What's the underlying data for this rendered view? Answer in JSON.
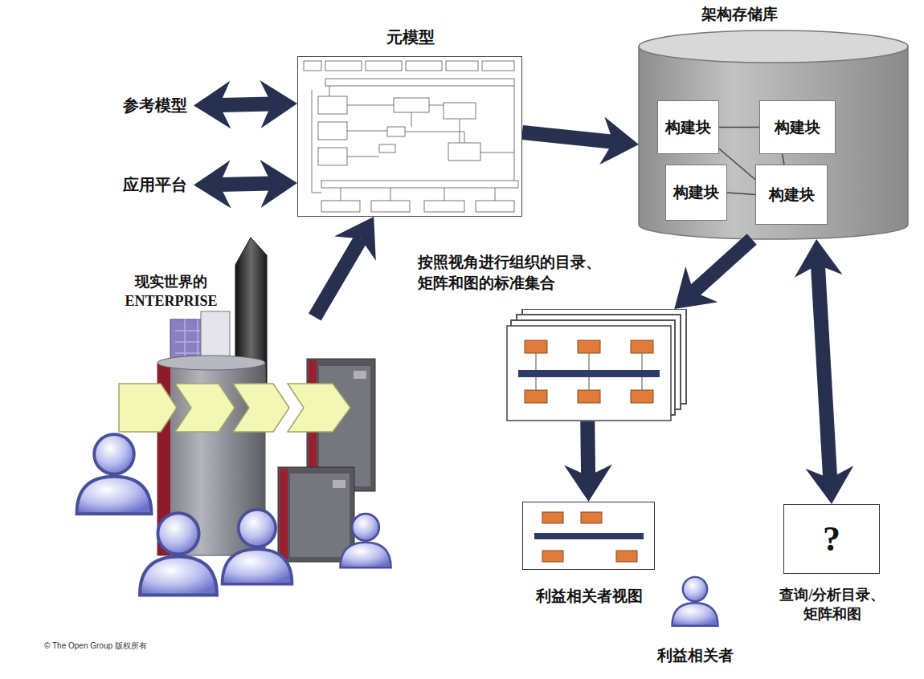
{
  "diagram": {
    "nodes": [
      {
        "text": [
          "元模型"
        ]
      },
      {
        "text": [
          "架构存储库"
        ]
      },
      {
        "text": [
          "构建块"
        ],
        "in": 1
      },
      {
        "text": [
          "构建块"
        ],
        "in": 1
      },
      {
        "text": [
          "构建块"
        ],
        "in": 1
      },
      {
        "text": [
          "构建块"
        ],
        "in": 1
      },
      {
        "text": [
          "参考模型"
        ]
      },
      {
        "text": [
          "应用平台"
        ]
      },
      {
        "text": [
          "现实世界的 ENTERPRISE"
        ]
      },
      {
        "text": [
          "按照视角进行组织的目录、矩阵和图的标准集合"
        ]
      },
      {
        "text": [
          "利益相关者视图"
        ]
      },
      {
        "text": [
          "?",
          "查询/分析目录、矩阵和图"
        ]
      }
    ],
    "edges": [
      {
        "from": 6,
        "to": 0,
        "arrow": "both"
      },
      {
        "from": 7,
        "to": 0,
        "arrow": "both"
      },
      {
        "from": 8,
        "to": 0,
        "arrow": "to"
      },
      {
        "from": 0,
        "to": 1,
        "arrow": "to"
      },
      {
        "from": 1,
        "to": 9,
        "arrow": "to"
      },
      {
        "from": 9,
        "to": 10,
        "arrow": "to"
      },
      {
        "from": 1,
        "to": 11,
        "arrow": "both"
      },
      {
        "from": 2,
        "to": 3,
        "arrow": "none"
      },
      {
        "from": 2,
        "to": 5,
        "arrow": "none"
      },
      {
        "from": 3,
        "to": 5,
        "arrow": "none"
      },
      {
        "from": 4,
        "to": 5,
        "arrow": "none"
      }
    ],
    "labels": [
      "利益相关者",
      "© The Open Group 版权所有"
    ]
  }
}
